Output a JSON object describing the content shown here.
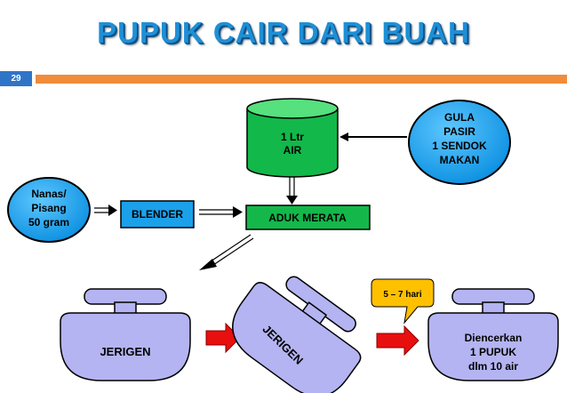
{
  "title": "PUPUK CAIR DARI BUAH",
  "page_number": "29",
  "nodes": {
    "water": [
      "1 Ltr",
      "AIR"
    ],
    "sugar": [
      "GULA",
      "PASIR",
      "1 SENDOK",
      "MAKAN"
    ],
    "fruit": [
      "Nanas/",
      "Pisang",
      "50 gram"
    ],
    "blender": "BLENDER",
    "mix": "ADUK MERATA",
    "jerigen_1": "JERIGEN",
    "jerigen_2": "JERIGEN",
    "duration": "5 – 7 hari",
    "result": [
      "Diencerkan",
      "1 PUPUK",
      "dlm 10 air"
    ]
  },
  "colors": {
    "title": "#1e8fd6",
    "header_bar": "#f08c3a",
    "slide_number_bar": "#2e75c8",
    "cylinder": "#12b84a",
    "ovals": "#0a8fe0",
    "blender_box": "#1ba0ea",
    "mix_box": "#14b84a",
    "jerigen": "#b4b4f2",
    "red_arrows": "#e80f0f",
    "callout": "#ffc000"
  }
}
